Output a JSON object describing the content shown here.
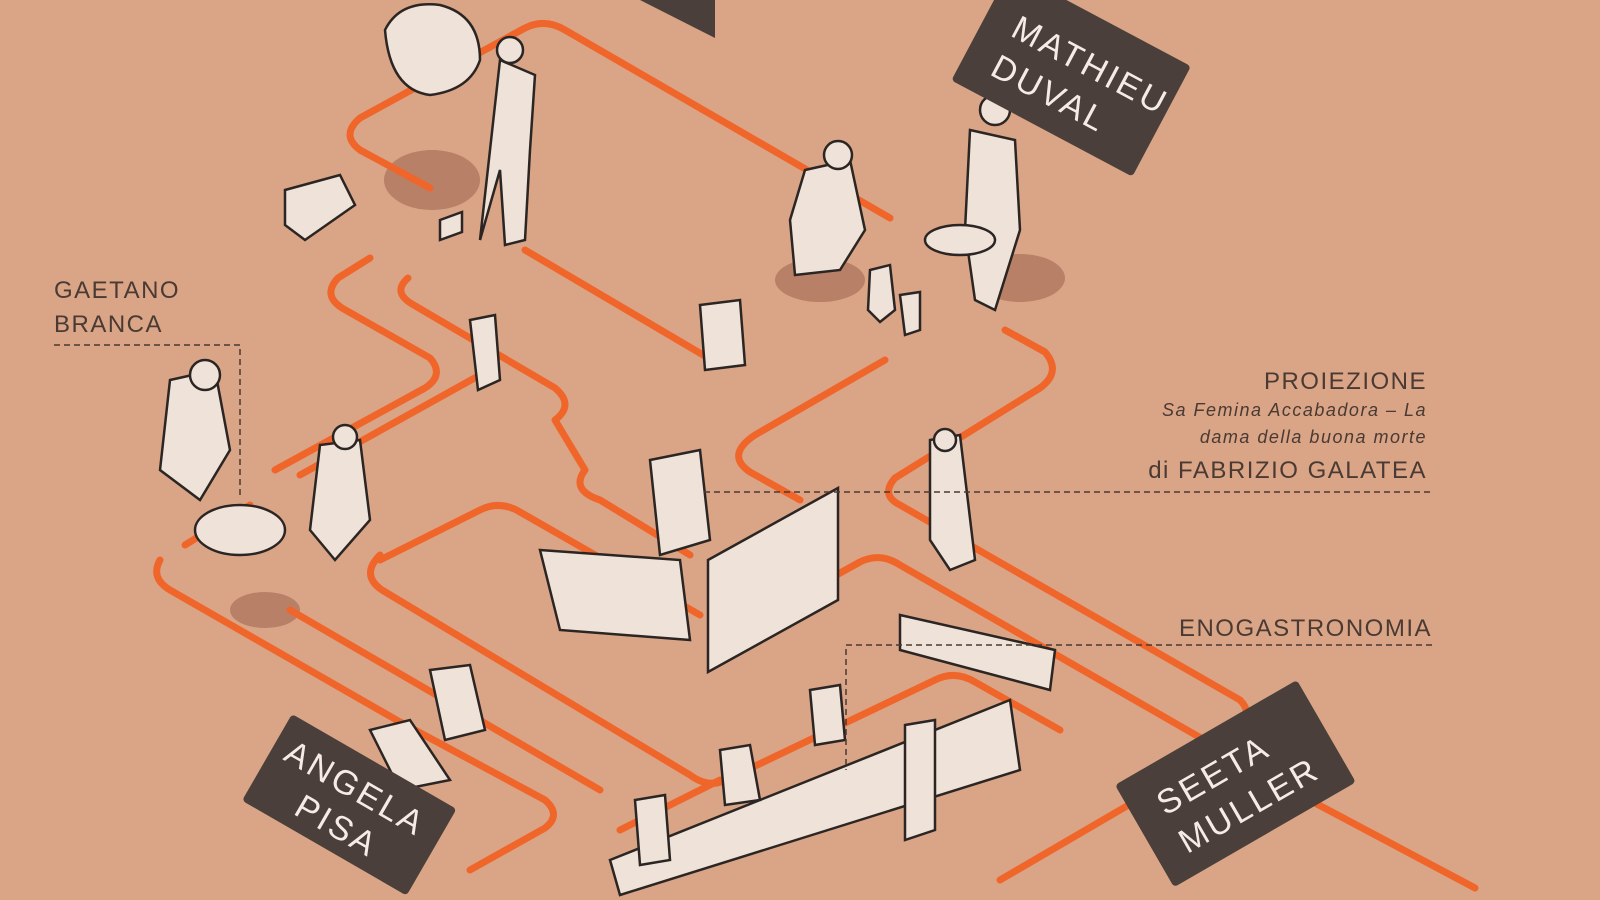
{
  "signs": {
    "mathieu": {
      "line1": "MATHIEU",
      "line2": "DUVAL"
    },
    "angela": {
      "line1": "ANGELA",
      "line2": "PISA"
    },
    "seeta": {
      "line1": "SEETA",
      "line2": "MULLER"
    }
  },
  "labels": {
    "gaetano": {
      "line1": "GAETANO",
      "line2": "BRANCA"
    },
    "proiezione": {
      "title": "PROIEZIONE",
      "film_line1": "Sa Femina Accabadora – La",
      "film_line2": "dama della buona morte",
      "director": "di FABRIZIO GALATEA"
    },
    "enogastronomia": "ENOGASTRONOMIA"
  },
  "colors": {
    "background": "#d9a586",
    "path": "#f0652a",
    "sign": "#4a3f3a"
  }
}
